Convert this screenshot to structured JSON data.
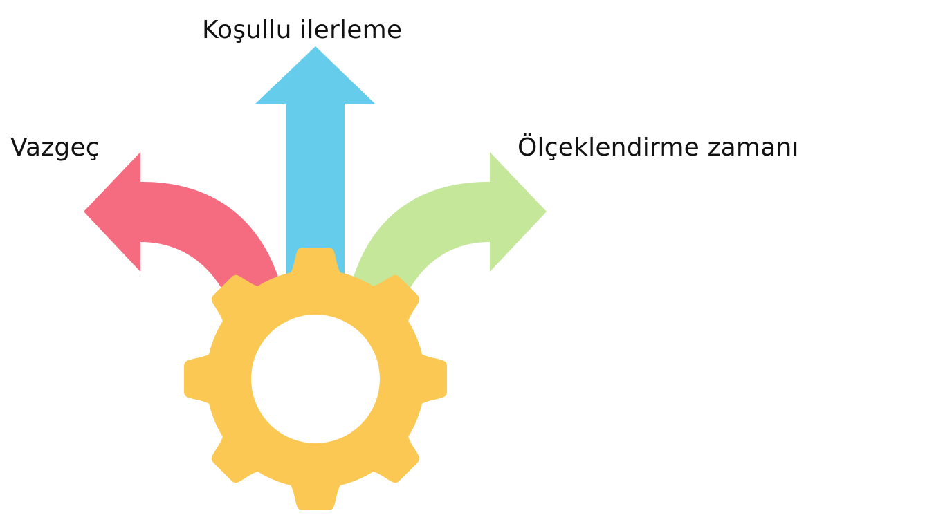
{
  "diagram": {
    "center": {
      "label": "",
      "icon": "gear-icon",
      "color": "#FBC853"
    },
    "branches": [
      {
        "id": "left",
        "label": "Vazgeç",
        "direction": "left-curved",
        "color": "#F56B80"
      },
      {
        "id": "up",
        "label": "Koşullu ilerleme",
        "direction": "up",
        "color": "#66CCEB"
      },
      {
        "id": "right",
        "label": "Ölçeklendirme zamanı",
        "direction": "right-curved",
        "color": "#C5E79A"
      }
    ]
  }
}
